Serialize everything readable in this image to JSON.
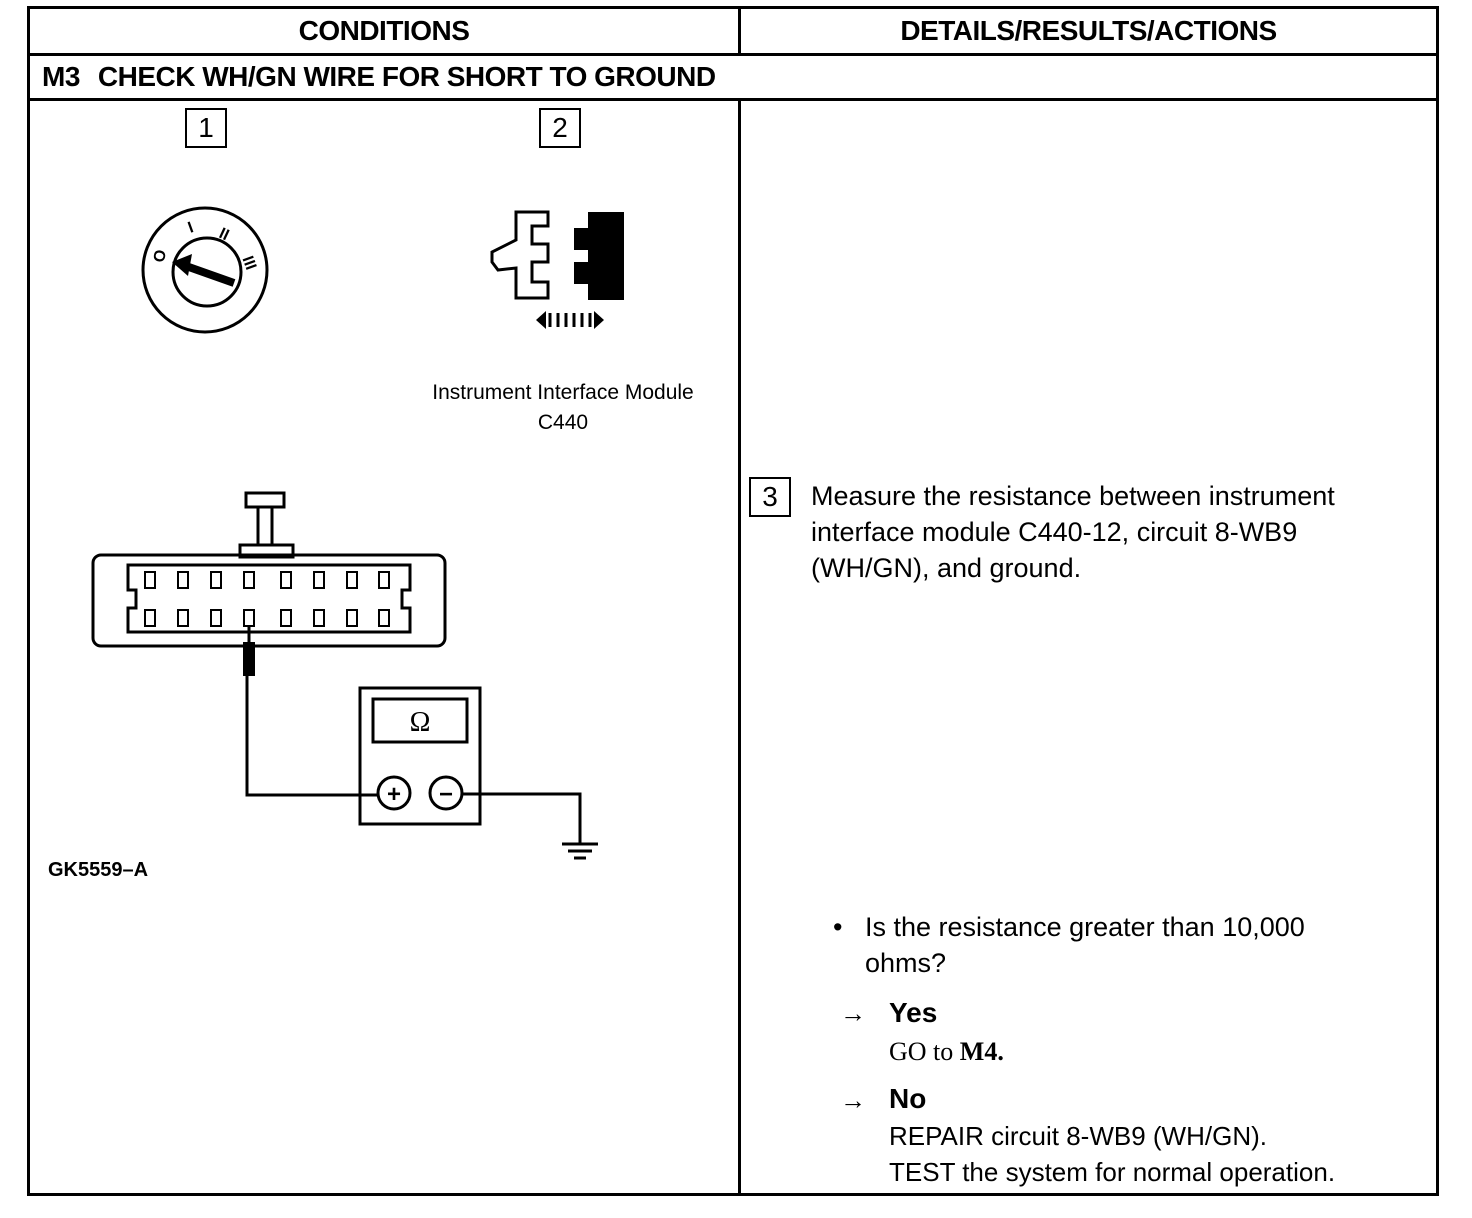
{
  "table": {
    "header_left": "CONDITIONS",
    "header_right": "DETAILS/RESULTS/ACTIONS",
    "step_code": "M3",
    "step_title": "CHECK WH/GN WIRE FOR SHORT TO GROUND"
  },
  "conditions": {
    "step1_number": "1",
    "step2_number": "2",
    "ignition_positions": [
      "O",
      "I",
      "II",
      "III"
    ],
    "module_caption_line1": "Instrument Interface Module",
    "module_caption_line2": "C440",
    "meter_symbol": "Ω",
    "meter_plus": "+",
    "meter_minus": "−",
    "figure_id": "GK5559–A",
    "icons": [
      "ignition-switch-icon",
      "connector-disconnect-icon",
      "connector-pinout-icon",
      "ohmmeter-icon",
      "ground-symbol-icon"
    ]
  },
  "details": {
    "step3_number": "3",
    "step3_line1": "Measure the resistance between instrument",
    "step3_line2": "interface module C440-12, circuit 8-WB9",
    "step3_line3": "(WH/GN), and ground.",
    "bullet_symbol": "•",
    "question_line1": "Is the resistance greater than 10,000",
    "question_line2": "ohms?",
    "arrow_symbol": "→",
    "yes_label": "Yes",
    "yes_action_prefix": "GO to ",
    "yes_action_target": "M4.",
    "no_label": "No",
    "no_action_line1": "REPAIR circuit 8-WB9 (WH/GN).",
    "no_action_line2": "TEST the system for normal operation."
  }
}
